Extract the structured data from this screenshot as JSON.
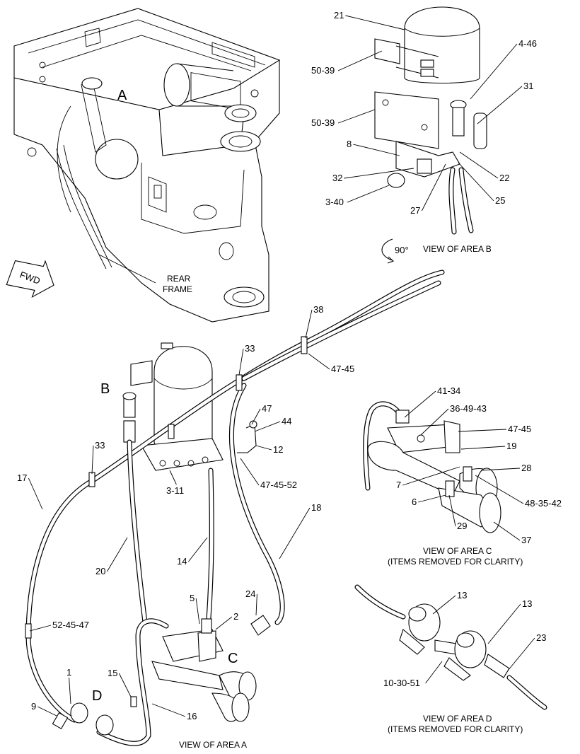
{
  "frame": {
    "area_a_marker": "A",
    "area_b_marker": "B",
    "area_c_marker": "C",
    "area_d_marker": "D",
    "fwd_label": "FWD",
    "rear_frame_line1": "REAR",
    "rear_frame_line2": "FRAME"
  },
  "view_b": {
    "caption": "VIEW OF AREA B",
    "rotation": "90°",
    "callouts": [
      "21",
      "4-46",
      "50-39",
      "31",
      "50-39",
      "8",
      "22",
      "32",
      "25",
      "3-40",
      "27"
    ]
  },
  "view_a": {
    "caption": "VIEW OF AREA A",
    "callouts": [
      "38",
      "33",
      "47-45",
      "47",
      "44",
      "12",
      "33",
      "47-45-52",
      "17",
      "3-11",
      "18",
      "20",
      "14",
      "24",
      "5",
      "2",
      "52-45-47",
      "15",
      "1",
      "9",
      "16"
    ]
  },
  "view_c": {
    "caption_line1": "VIEW OF AREA C",
    "caption_line2": "(ITEMS REMOVED FOR CLARITY)",
    "callouts": [
      "41-34",
      "36-49-43",
      "47-45",
      "19",
      "28",
      "7",
      "48-35-42",
      "6",
      "29",
      "37"
    ]
  },
  "view_d": {
    "caption_line1": "VIEW OF AREA D",
    "caption_line2": "(ITEMS REMOVED FOR CLARITY)",
    "callouts": [
      "13",
      "13",
      "23",
      "10-30-51"
    ]
  }
}
